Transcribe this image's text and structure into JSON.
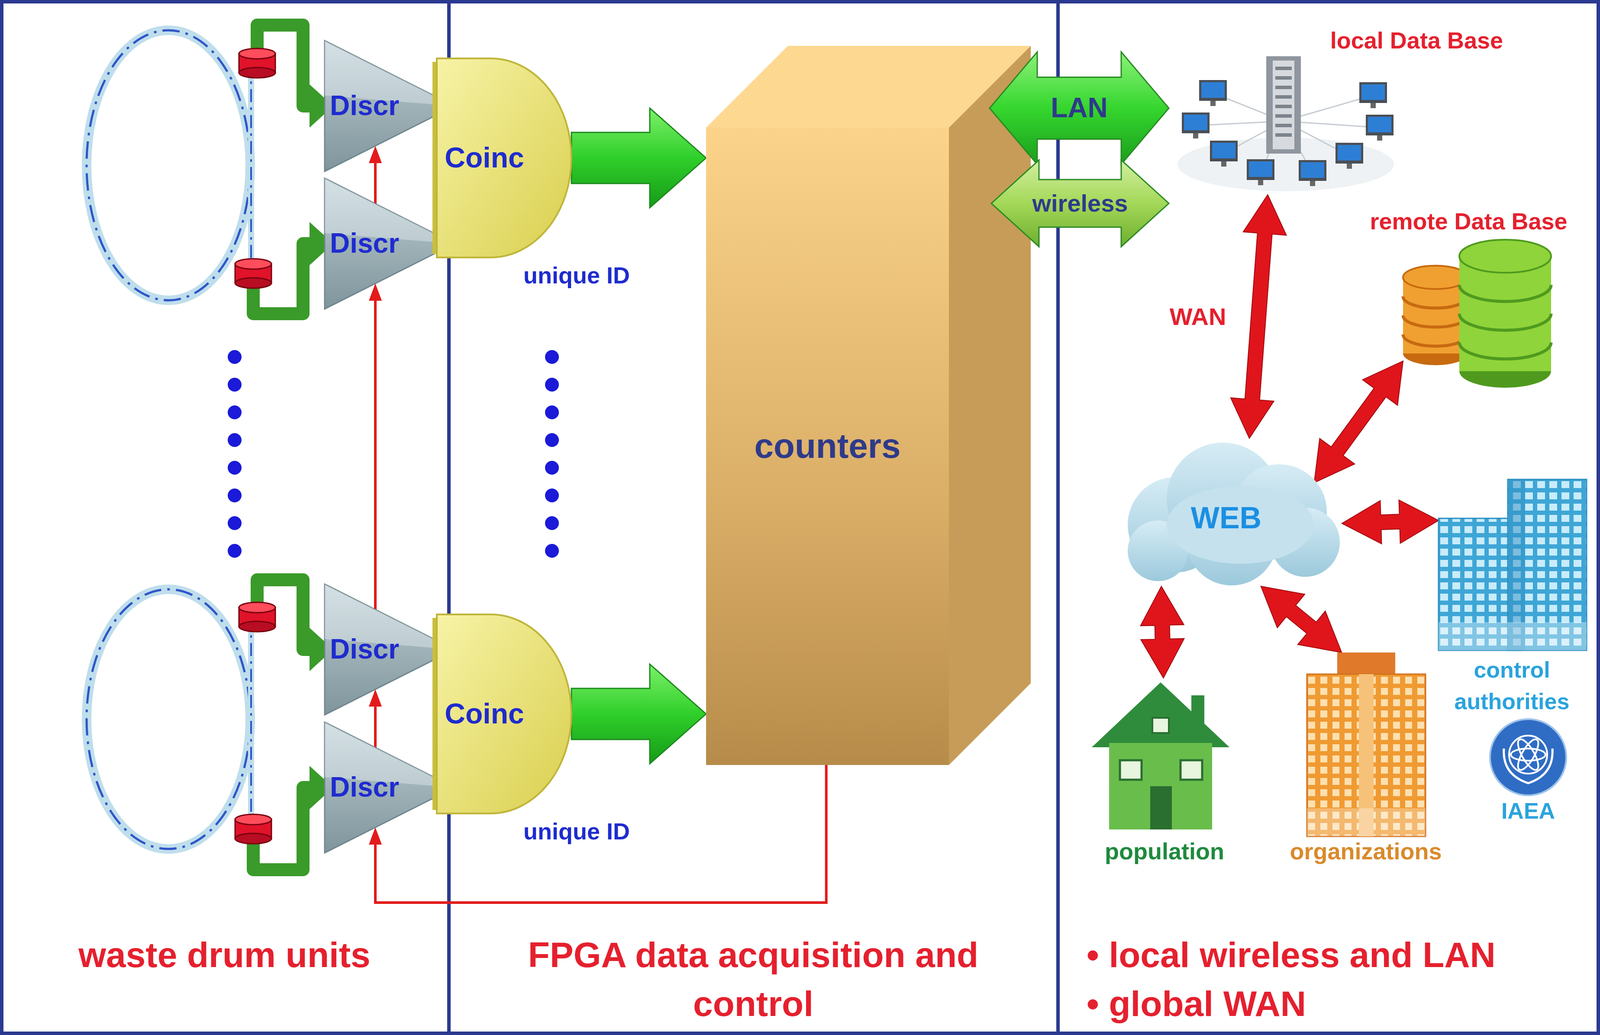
{
  "diagram": {
    "nodes": [
      {
        "text": [
          "waste drum units"
        ]
      },
      {
        "text": [
          "Discr"
        ],
        "in": 0
      },
      {
        "text": [
          "Discr"
        ],
        "in": 0
      },
      {
        "text": [
          "Discr"
        ],
        "in": 0
      },
      {
        "text": [
          "Discr"
        ],
        "in": 0
      },
      {
        "text": [
          "FPGA data acquisition and control"
        ]
      },
      {
        "text": [
          "Coinc",
          "unique ID"
        ],
        "in": 5
      },
      {
        "text": [
          "Coinc",
          "unique ID"
        ],
        "in": 5
      },
      {
        "text": [
          "counters"
        ],
        "in": 5
      },
      {
        "text": [
          "LAN"
        ]
      },
      {
        "text": [
          "wireless"
        ]
      },
      {
        "text": [
          "• local wireless and LAN",
          "• global WAN"
        ]
      },
      {
        "text": [
          "local Data Base"
        ],
        "in": 11
      },
      {
        "text": [
          "remote Data Base"
        ],
        "in": 11
      },
      {
        "text": [
          "WEB"
        ],
        "in": 11
      },
      {
        "text": [
          "control authorities"
        ],
        "in": 11
      },
      {
        "text": [
          "IAEA"
        ],
        "in": 11
      },
      {
        "text": [
          "organizations"
        ],
        "in": 11
      },
      {
        "text": [
          "population"
        ],
        "in": 11
      }
    ],
    "edges": [
      {
        "from": 6,
        "to": 8,
        "arrow": "to"
      },
      {
        "from": 7,
        "to": 8,
        "arrow": "to"
      },
      {
        "from": 8,
        "to": 4,
        "arrow": "to"
      },
      {
        "from": 4,
        "to": 3,
        "arrow": "to"
      },
      {
        "from": 3,
        "to": 2,
        "arrow": "to"
      },
      {
        "from": 2,
        "to": 1,
        "arrow": "to"
      },
      {
        "from": 12,
        "to": 14,
        "label": "WAN",
        "arrow": "both"
      },
      {
        "from": 14,
        "to": 13,
        "arrow": "both"
      },
      {
        "from": 14,
        "to": 15,
        "arrow": "both"
      },
      {
        "from": 14,
        "to": 17,
        "arrow": "both"
      },
      {
        "from": 14,
        "to": 18,
        "arrow": "both"
      }
    ]
  }
}
